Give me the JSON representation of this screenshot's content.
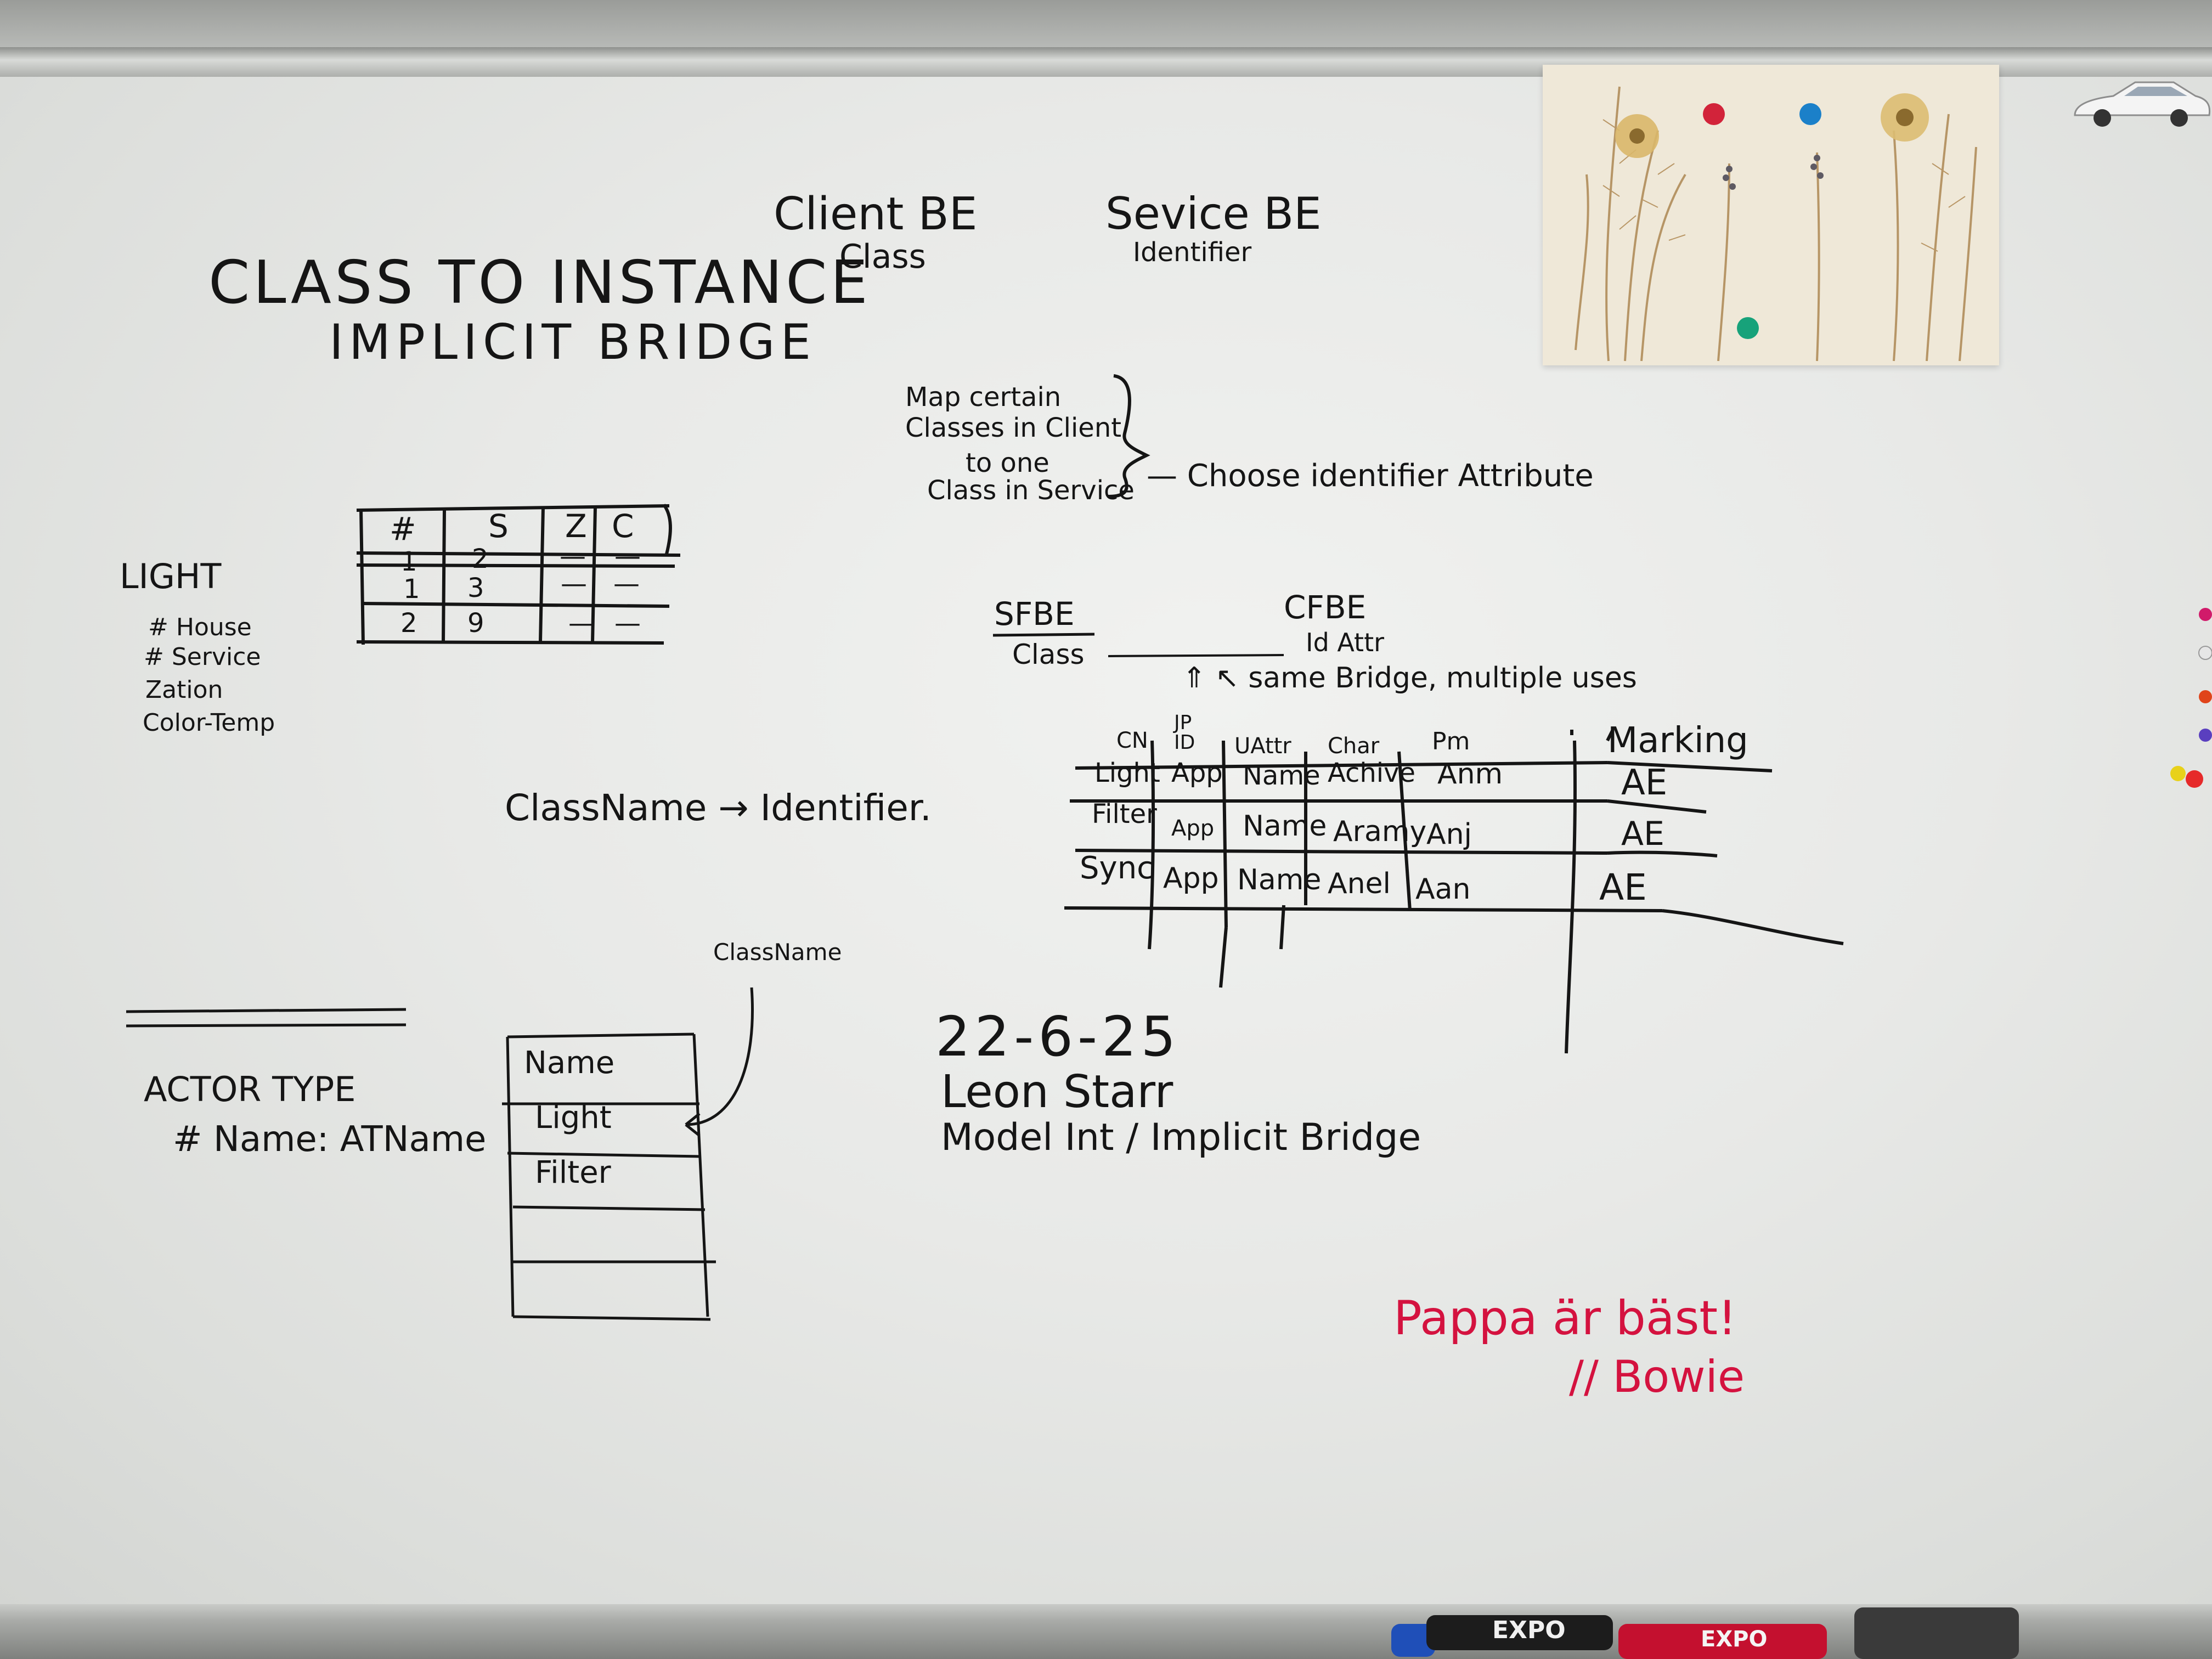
{
  "scene": {
    "description_colors": {
      "board": "#eceeec",
      "ink": "#151515",
      "red_ink": "#d4123f",
      "paper": "#efe8d8"
    }
  },
  "board": {
    "title_line1": "CLASS TO INSTANCE",
    "title_line2": "IMPLICIT BRIDGE",
    "client_be": "Client BE",
    "client_be_sub": "Class",
    "service_be": "Sevice BE",
    "service_be_sub": "Identifier",
    "map_note": [
      "Map certain",
      "Classes in Client",
      "to one",
      "Class in Service"
    ],
    "choose_note": "— Choose identifier Attribute",
    "light_block": [
      "LIGHT",
      "# House",
      "# Service",
      "Zation",
      "Color-Temp"
    ],
    "small_table": {
      "headers": [
        "#",
        "S",
        "Z",
        "C"
      ],
      "rows": [
        [
          "1",
          "2",
          "—",
          "—"
        ],
        [
          "1",
          "3",
          "—",
          "—"
        ],
        [
          "2",
          "9",
          "—",
          "—"
        ]
      ]
    },
    "classname_arrow": "ClassName → Identifier.",
    "sfbe": "SFBE",
    "sfbe_sub": "Class",
    "cfbe": "CFBE",
    "cfbe_sub": "Id Attr",
    "same_bridge_note": "⇑ ↖ same Bridge, multiple uses",
    "big_table": {
      "headers": [
        "CN",
        "JP\nID",
        "UAttr",
        "Char",
        "Pm"
      ],
      "marking_header": "Marking",
      "rows": [
        [
          "Light",
          "App",
          "Name",
          "Achive",
          "Anm",
          "AE"
        ],
        [
          "Filter",
          "App",
          "Name",
          "Aramy",
          "Anj",
          "AE"
        ],
        [
          "Sync",
          "App",
          "Name",
          "Anel",
          "Aan",
          "AE"
        ]
      ]
    },
    "class_name_label": "ClassName",
    "actor_type": [
      "ACTOR TYPE",
      "# Name: ATName"
    ],
    "list_box": [
      "Name",
      "Light",
      "Filter"
    ],
    "date": "22-6-25",
    "author": "Leon Starr",
    "subject": "Model Int / Implicit Bridge",
    "red_message": "Pappa är bäst!",
    "red_signature": "// Bowie"
  },
  "props": {
    "markers": [
      "EXPO",
      "EXPO"
    ]
  }
}
